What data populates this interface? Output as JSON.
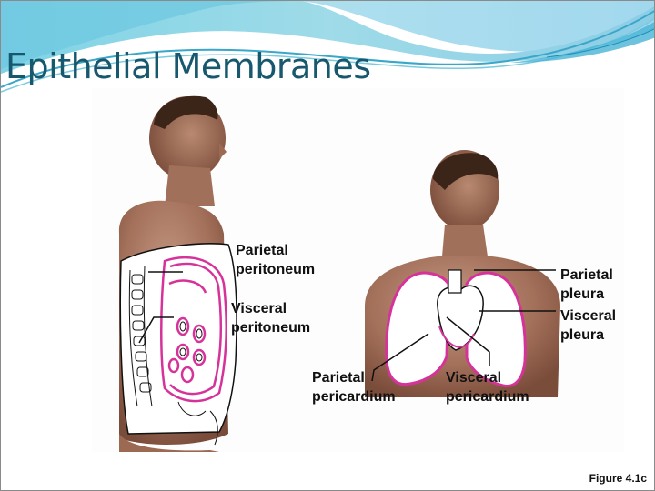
{
  "slide": {
    "title": "Epithelial Membranes",
    "figure_caption": "Figure 4.1c"
  },
  "figure": {
    "left_panel": {
      "view": "side-view-abdomen",
      "labels": [
        {
          "id": "parietal_peritoneum",
          "line1": "Parietal",
          "line2": "peritoneum"
        },
        {
          "id": "visceral_peritoneum",
          "line1": "Visceral",
          "line2": "peritoneum"
        }
      ]
    },
    "right_panel": {
      "view": "front-view-thorax",
      "labels": [
        {
          "id": "parietal_pleura",
          "line1": "Parietal",
          "line2": "pleura"
        },
        {
          "id": "visceral_pleura",
          "line1": "Visceral",
          "line2": "pleura"
        },
        {
          "id": "parietal_pericardium",
          "line1": "Parietal",
          "line2": "pericardium"
        },
        {
          "id": "visceral_pericardium",
          "line1": "Visceral",
          "line2": "pericardium"
        }
      ]
    }
  },
  "colors": {
    "title": "#17586e",
    "banner_light": "#a8dde8",
    "banner_mid": "#5cc3db",
    "banner_dark": "#2a9fc0",
    "skin": "#9c6a52",
    "skin_light": "#c89a82",
    "membrane": "#d6339a",
    "label_text": "#111111"
  }
}
